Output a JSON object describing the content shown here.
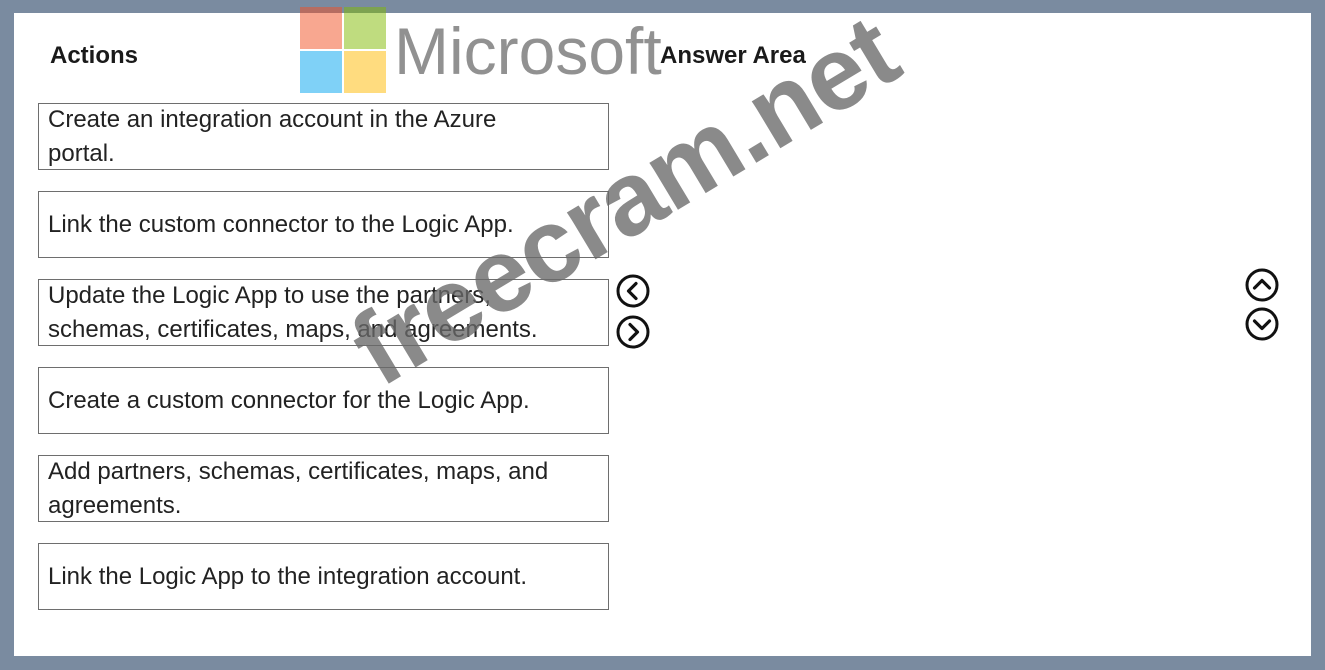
{
  "headings": {
    "actions": "Actions",
    "answer_area": "Answer Area"
  },
  "actions": [
    {
      "lines": [
        "Create an integration account in the Azure",
        "portal."
      ]
    },
    {
      "lines": [
        "Link the custom connector to the Logic App."
      ]
    },
    {
      "lines": [
        "Update the Logic App to use the partners,",
        "schemas, certificates, maps, and agreements."
      ]
    },
    {
      "lines": [
        "Create a custom connector for the Logic App."
      ]
    },
    {
      "lines": [
        "Add partners, schemas, certificates, maps, and",
        "agreements."
      ]
    },
    {
      "lines": [
        "Link the Logic App to the integration account."
      ]
    }
  ],
  "controls": {
    "move_left_icon": "chevron-left-circle",
    "move_right_icon": "chevron-right-circle",
    "move_up_icon": "chevron-up-circle",
    "move_down_icon": "chevron-down-circle"
  },
  "branding": {
    "logo_word": "Microsoft",
    "logo_colors": [
      "#f25022",
      "#7fba00",
      "#00a4ef",
      "#ffb900"
    ],
    "watermark": "freecram.net"
  },
  "colors": {
    "frame": "#7a8ba0",
    "panel": "#ffffff",
    "box_border": "#6e6e6e"
  }
}
